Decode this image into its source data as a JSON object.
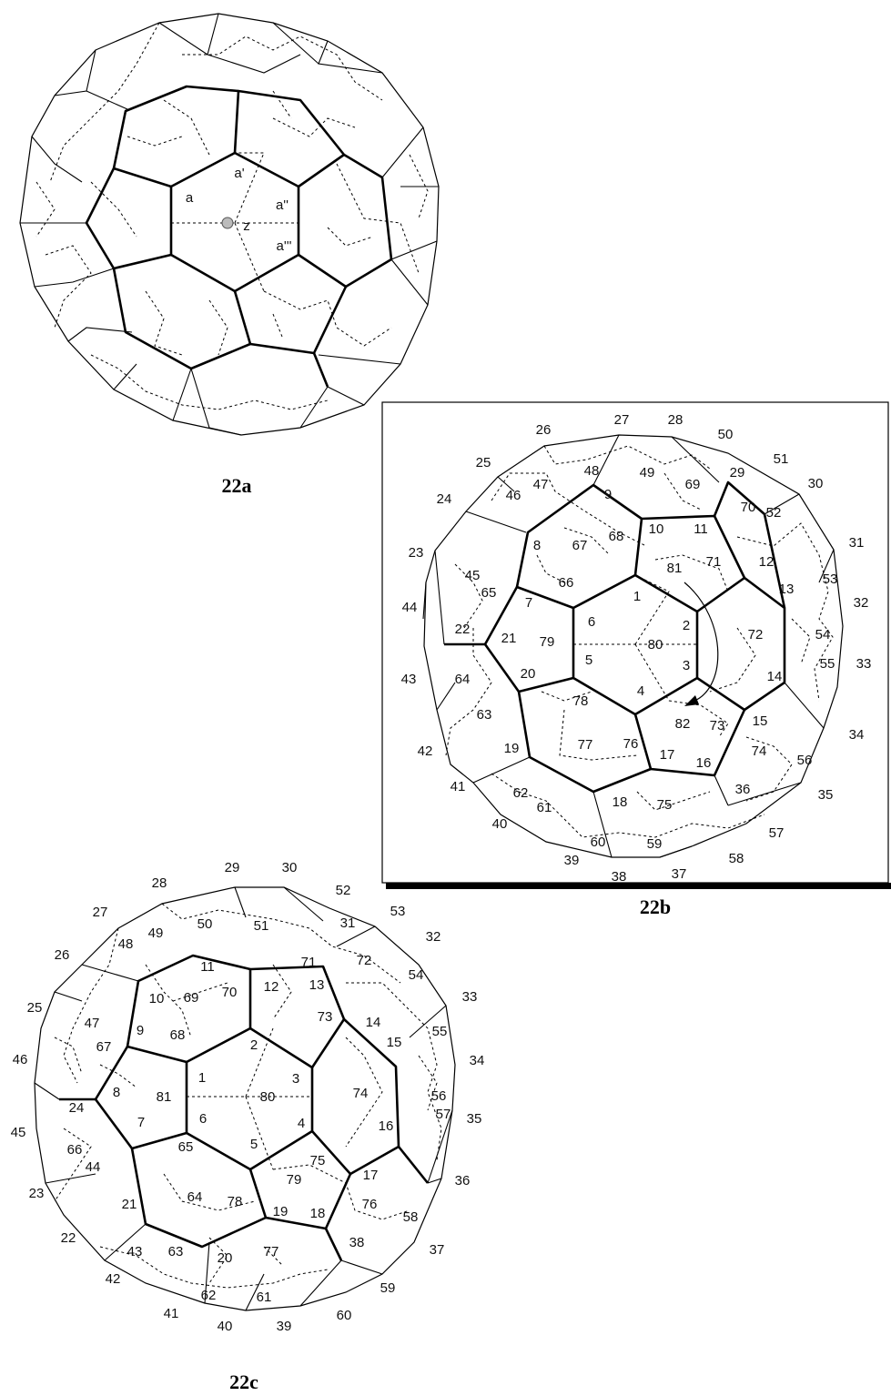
{
  "figures": [
    {
      "caption": "22a",
      "labels": [
        "a",
        "a'",
        "a''",
        "a'''",
        "z"
      ]
    },
    {
      "caption": "22b",
      "numbers": [
        "1",
        "2",
        "3",
        "4",
        "5",
        "6",
        "7",
        "8",
        "9",
        "10",
        "11",
        "12",
        "13",
        "14",
        "15",
        "16",
        "17",
        "18",
        "19",
        "20",
        "21",
        "22",
        "23",
        "24",
        "25",
        "26",
        "27",
        "28",
        "29",
        "30",
        "31",
        "32",
        "33",
        "34",
        "35",
        "36",
        "37",
        "38",
        "39",
        "40",
        "41",
        "42",
        "43",
        "44",
        "45",
        "46",
        "47",
        "48",
        "49",
        "50",
        "51",
        "52",
        "53",
        "54",
        "55",
        "56",
        "57",
        "58",
        "59",
        "60",
        "61",
        "62",
        "63",
        "64",
        "65",
        "66",
        "67",
        "68",
        "69",
        "70",
        "71",
        "72",
        "73",
        "74",
        "75",
        "76",
        "77",
        "78",
        "79",
        "80",
        "81",
        "82"
      ]
    },
    {
      "caption": "22c",
      "numbers": [
        "1",
        "2",
        "3",
        "4",
        "5",
        "6",
        "7",
        "8",
        "9",
        "10",
        "11",
        "12",
        "13",
        "14",
        "15",
        "16",
        "17",
        "18",
        "19",
        "20",
        "21",
        "22",
        "23",
        "24",
        "25",
        "26",
        "27",
        "28",
        "29",
        "30",
        "31",
        "32",
        "33",
        "34",
        "35",
        "36",
        "37",
        "38",
        "39",
        "40",
        "41",
        "42",
        "43",
        "44",
        "45",
        "46",
        "47",
        "48",
        "49",
        "50",
        "51",
        "52",
        "53",
        "54",
        "55",
        "56",
        "57",
        "58",
        "59",
        "60",
        "61",
        "62",
        "63",
        "64",
        "65",
        "66",
        "67",
        "68",
        "69",
        "70",
        "71",
        "72",
        "73",
        "74",
        "75",
        "76",
        "77",
        "78",
        "79",
        "80",
        "81"
      ]
    }
  ]
}
